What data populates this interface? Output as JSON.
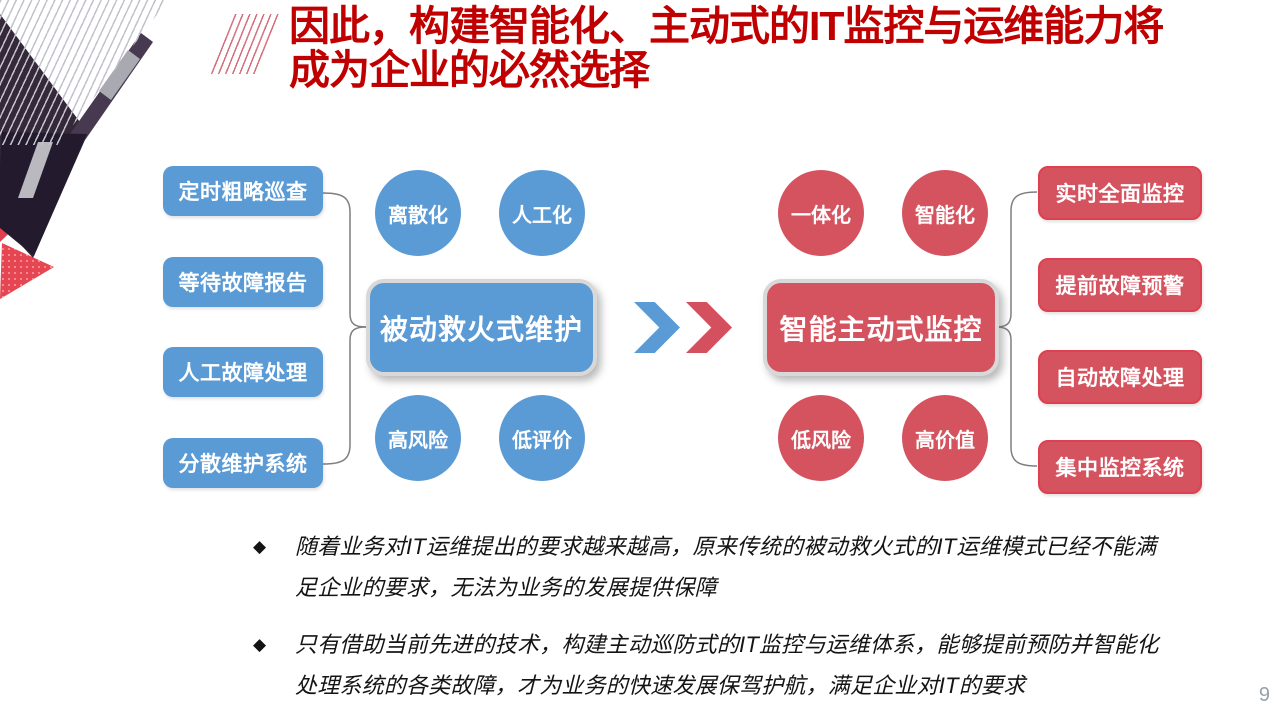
{
  "slide": {
    "title": {
      "line1": "因此，构建智能化、主动式的IT监控与运维能力将",
      "line2": "成为企业的必然选择"
    },
    "page_number": "9"
  },
  "glyphs": {
    "bullet": "◆"
  },
  "left_group": {
    "theme_color": "#5B9BD5",
    "center_label": "被动救火式维护",
    "boxes": [
      {
        "label": "定时粗略巡查"
      },
      {
        "label": "等待故障报告"
      },
      {
        "label": "人工故障处理"
      },
      {
        "label": "分散维护系统"
      }
    ],
    "circles": [
      {
        "label": "离散化"
      },
      {
        "label": "人工化"
      },
      {
        "label": "高风险"
      },
      {
        "label": "低评价"
      }
    ]
  },
  "right_group": {
    "theme_color": "#D5535F",
    "center_label": "智能主动式监控",
    "boxes": [
      {
        "label": "实时全面监控"
      },
      {
        "label": "提前故障预警"
      },
      {
        "label": "自动故障处理"
      },
      {
        "label": "集中监控系统"
      }
    ],
    "circles": [
      {
        "label": "一体化"
      },
      {
        "label": "智能化"
      },
      {
        "label": "低风险"
      },
      {
        "label": "高价值"
      }
    ]
  },
  "bullets": [
    {
      "text": "随着业务对IT运维提出的要求越来越高，原来传统的被动救火式的IT运维模式已经不能满足企业的要求，无法为业务的发展提供保障"
    },
    {
      "text": "只有借助当前先进的技术，构建主动巡防式的IT监控与运维体系，能够提前预防并智能化处理系统的各类故障，才为业务的快速发展保驾护航，满足企业对IT的要求"
    }
  ],
  "colors": {
    "title_red": "#C00000",
    "blue": "#5B9BD5",
    "red": "#D5535F",
    "red_border": "#DF4050",
    "connector_grey": "#7F7F7F",
    "corner_dark": "#342839",
    "corner_red": "#E64552",
    "page_grey": "#98A0AA"
  }
}
